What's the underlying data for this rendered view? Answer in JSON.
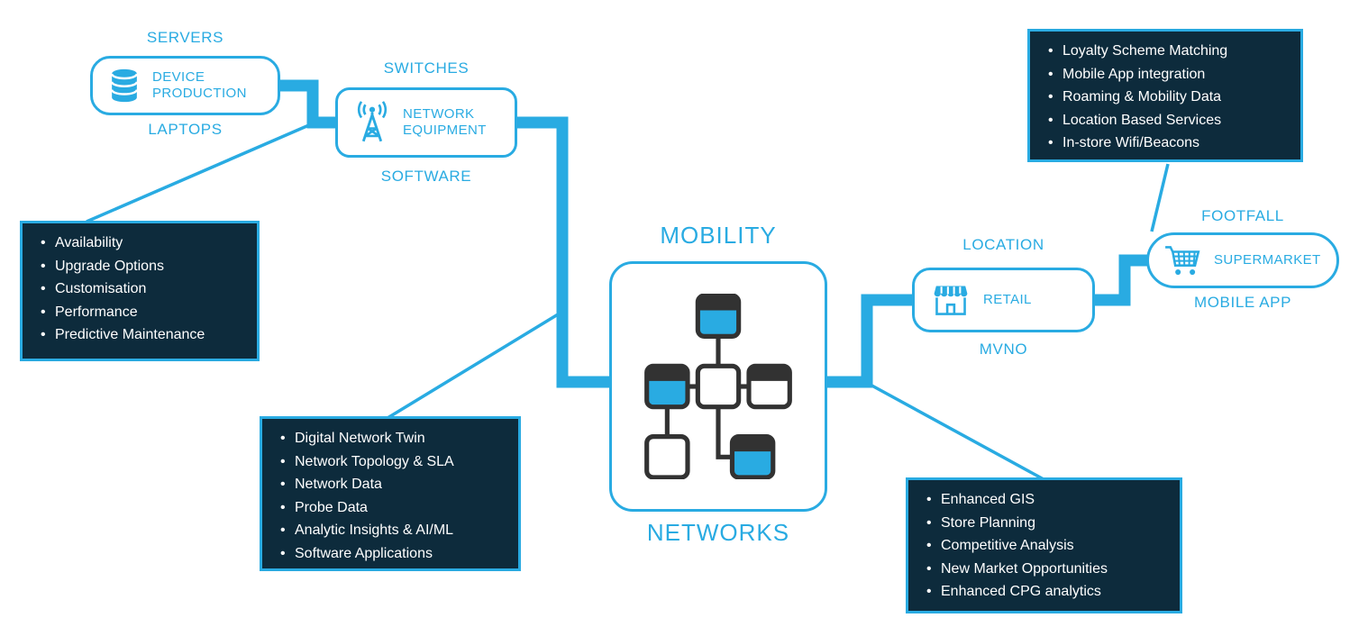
{
  "colors": {
    "accent": "#29ABE2",
    "dark": "#0D2B3C",
    "text_on_dark": "#FFFFFF",
    "icon_dark": "#323232"
  },
  "nodes": {
    "device": {
      "top_label": "SERVERS",
      "title": "DEVICE PRODUCTION",
      "bottom_label": "LAPTOPS",
      "icon": "database-icon"
    },
    "network_equipment": {
      "top_label": "SWITCHES",
      "title": "NETWORK EQUIPMENT",
      "bottom_label": "SOFTWARE",
      "icon": "antenna-icon"
    },
    "mobility": {
      "top_label": "MOBILITY",
      "bottom_label": "NETWORKS",
      "icon": "network-topology-icon"
    },
    "retail": {
      "top_label": "LOCATION",
      "title": "RETAIL",
      "bottom_label": "MVNO",
      "icon": "storefront-icon"
    },
    "supermarket": {
      "top_label": "FOOTFALL",
      "title": "SUPERMARKET",
      "bottom_label": "MOBILE APP",
      "icon": "shopping-cart-icon"
    }
  },
  "callouts": {
    "device_features": {
      "items": [
        "Availability",
        "Upgrade Options",
        "Customisation",
        "Performance",
        "Predictive Maintenance"
      ]
    },
    "loyalty_features": {
      "items": [
        "Loyalty Scheme Matching",
        "Mobile App integration",
        "Roaming & Mobility Data",
        "Location Based Services",
        "In-store Wifi/Beacons"
      ]
    },
    "network_features": {
      "items": [
        "Digital Network Twin",
        "Network Topology & SLA",
        "Network Data",
        "Probe Data",
        "Analytic Insights & AI/ML",
        "Software Applications"
      ]
    },
    "retail_features": {
      "items": [
        "Enhanced GIS",
        "Store Planning",
        "Competitive Analysis",
        "New Market Opportunities",
        "Enhanced CPG analytics"
      ]
    }
  },
  "connections": [
    {
      "from": "device_production",
      "to": "network_equipment"
    },
    {
      "from": "network_equipment",
      "to": "mobility_networks"
    },
    {
      "from": "mobility_networks",
      "to": "retail"
    },
    {
      "from": "retail",
      "to": "supermarket"
    },
    {
      "from": "device_production",
      "to": "device_features_callout"
    },
    {
      "from": "network_equipment",
      "to": "network_features_callout"
    },
    {
      "from": "mobility_networks",
      "to": "retail_features_callout"
    },
    {
      "from": "supermarket",
      "to": "loyalty_features_callout"
    }
  ]
}
